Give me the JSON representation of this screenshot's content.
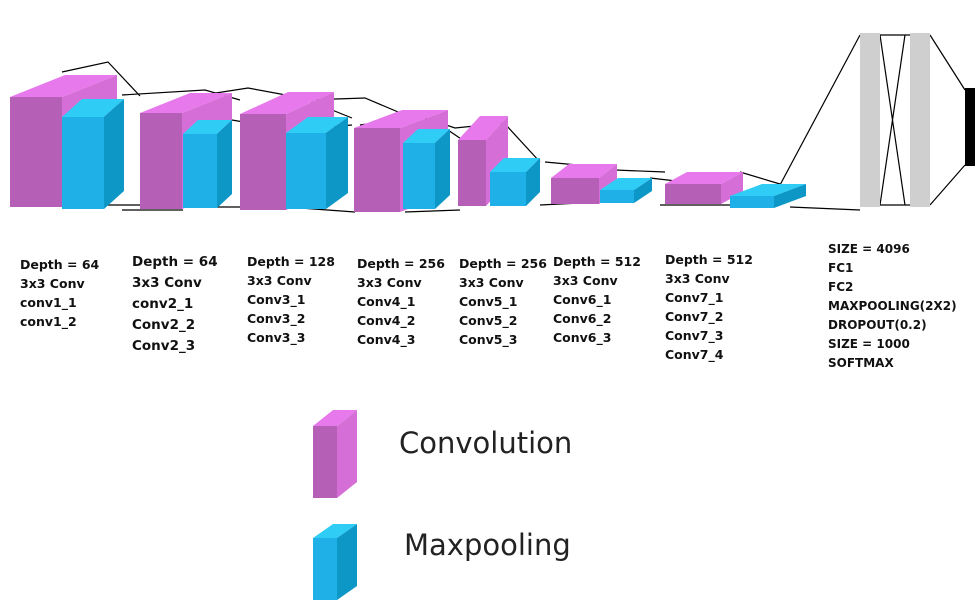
{
  "colors": {
    "convolution_front": "#b55fb6",
    "convolution_top": "#e879ec",
    "convolution_side": "#d56fd7",
    "maxpooling_front": "#1eb0e6",
    "maxpooling_top": "#2fcdf6",
    "maxpooling_side": "#0d97c6",
    "fc_layer": "#cfcfcf",
    "output": "#000000",
    "connector": "#000000"
  },
  "blocks": [
    {
      "lines": [
        "Depth = 64",
        "3x3 Conv",
        "conv1_1",
        "conv1_2"
      ]
    },
    {
      "lines": [
        "Depth = 64",
        "3x3 Conv",
        "conv2_1",
        "Conv2_2",
        "Conv2_3"
      ]
    },
    {
      "lines": [
        "Depth = 128",
        "3x3 Conv",
        "Conv3_1",
        "Conv3_2",
        "Conv3_3"
      ]
    },
    {
      "lines": [
        "Depth = 256",
        "3x3 Conv",
        "Conv4_1",
        "Conv4_2",
        "Conv4_3"
      ]
    },
    {
      "lines": [
        "Depth = 256",
        "3x3 Conv",
        "Conv5_1",
        "Conv5_2",
        "Conv5_3"
      ]
    },
    {
      "lines": [
        "Depth = 512",
        "3x3 Conv",
        "Conv6_1",
        "Conv6_2",
        "Conv6_3"
      ]
    },
    {
      "lines": [
        "Depth = 512",
        "3x3 Conv",
        "Conv7_1",
        "Conv7_2",
        "Conv7_3",
        "Conv7_4"
      ]
    }
  ],
  "fc_block": {
    "lines": [
      "SIZE = 4096",
      "FC1",
      "FC2",
      "MAXPOOLING(2X2)",
      "DROPOUT(0.2)",
      "SIZE = 1000",
      "SOFTMAX"
    ]
  },
  "legend": {
    "convolution_label": "Convolution",
    "maxpooling_label": "Maxpooling"
  }
}
